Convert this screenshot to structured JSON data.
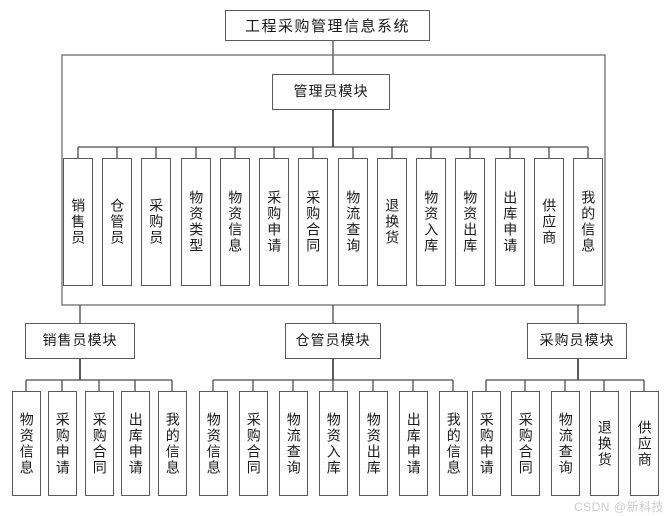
{
  "diagram": {
    "title": "工程采购管理信息系统",
    "root": {
      "label": "工程采购管理信息系统"
    },
    "admin": {
      "label": "管理员模块",
      "children": [
        {
          "label": "销售员"
        },
        {
          "label": "仓管员"
        },
        {
          "label": "采购员"
        },
        {
          "label": "物资类型"
        },
        {
          "label": "物资信息"
        },
        {
          "label": "采购申请"
        },
        {
          "label": "采购合同"
        },
        {
          "label": "物流查询"
        },
        {
          "label": "退换货"
        },
        {
          "label": "物资入库"
        },
        {
          "label": "物资出库"
        },
        {
          "label": "出库申请"
        },
        {
          "label": "供应商"
        },
        {
          "label": "我的信息"
        }
      ]
    },
    "sales": {
      "label": "销售员模块",
      "children": [
        {
          "label": "物资信息"
        },
        {
          "label": "采购申请"
        },
        {
          "label": "采购合同"
        },
        {
          "label": "出库申请"
        },
        {
          "label": "我的信息"
        }
      ]
    },
    "warehouse": {
      "label": "仓管员模块",
      "children": [
        {
          "label": "物资信息"
        },
        {
          "label": "采购合同"
        },
        {
          "label": "物流查询"
        },
        {
          "label": "物资入库"
        },
        {
          "label": "物资出库"
        },
        {
          "label": "出库申请"
        },
        {
          "label": "我的信息"
        }
      ]
    },
    "purchaser": {
      "label": "采购员模块",
      "children": [
        {
          "label": "采购申请"
        },
        {
          "label": "采购合同"
        },
        {
          "label": "物流查询"
        },
        {
          "label": "退换货"
        },
        {
          "label": "供应商"
        }
      ]
    },
    "watermark": "CSDN @新科技",
    "colors": {
      "box_border": "#5a5a5a",
      "connector": "#4a4a4a",
      "text": "#1a1a1a",
      "background": "#ffffff",
      "watermark": "#cccccc"
    }
  }
}
